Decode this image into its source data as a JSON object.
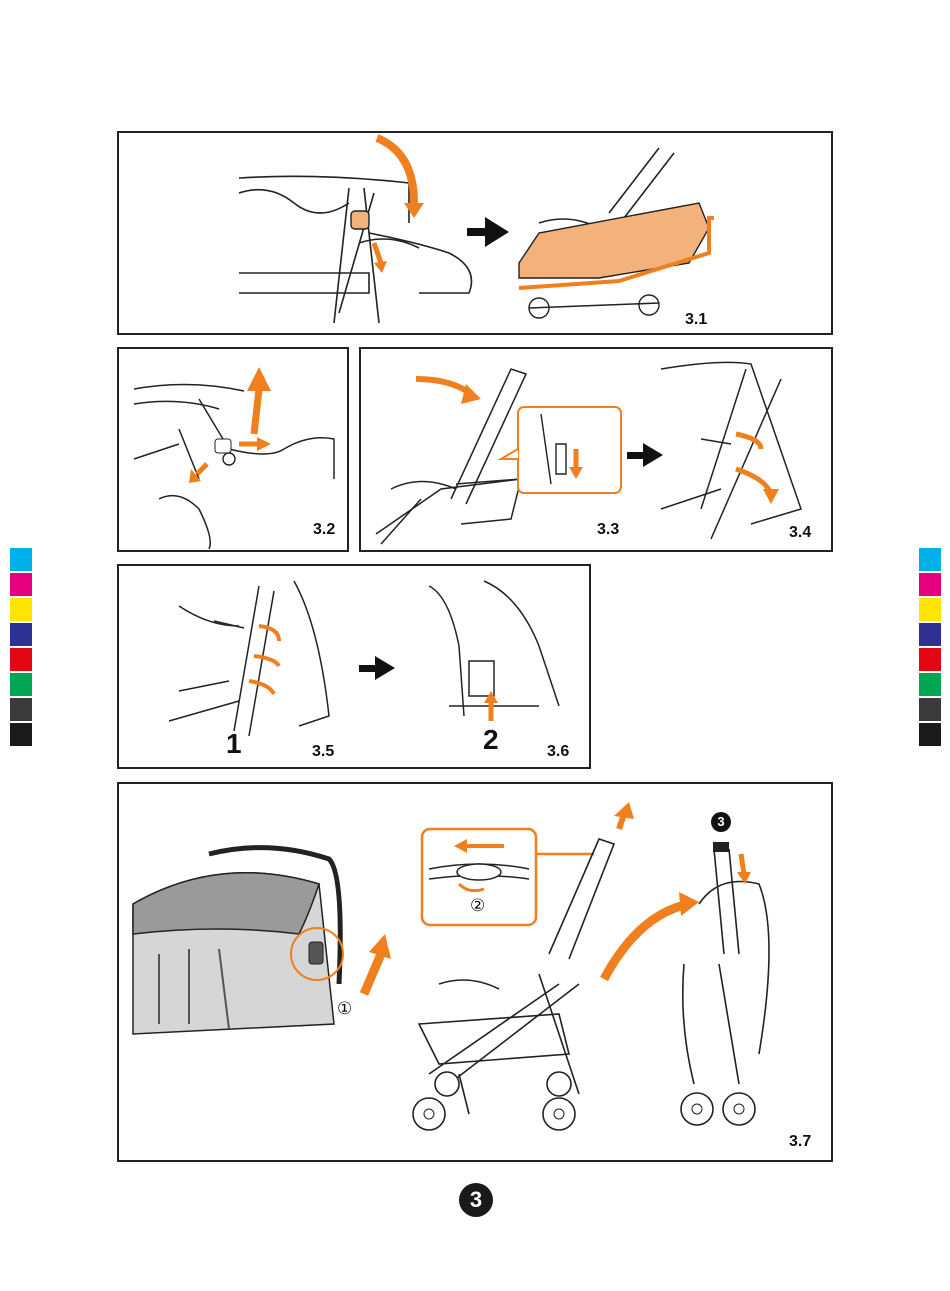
{
  "page": {
    "number": "3"
  },
  "panels": {
    "p31": {
      "label": "3.1"
    },
    "p32": {
      "label": "3.2"
    },
    "p33": {
      "label": "3.3"
    },
    "p34": {
      "label": "3.4"
    },
    "p35": {
      "label": "3.5",
      "step": "1"
    },
    "p36": {
      "label": "3.6",
      "step": "2"
    },
    "p37": {
      "label": "3.7",
      "marker1": "①",
      "marker2": "②",
      "marker3": "3"
    }
  },
  "colors": {
    "accent": "#f07f1e",
    "fabric": "#f3b27c",
    "line": "#222222",
    "canopy": "#9a9a9a"
  },
  "color_bar": [
    "#00b0e8",
    "#e6007e",
    "#ffe500",
    "#2e3192",
    "#e30613",
    "#00a651",
    "#3a3a3a",
    "#1a1a1a"
  ]
}
